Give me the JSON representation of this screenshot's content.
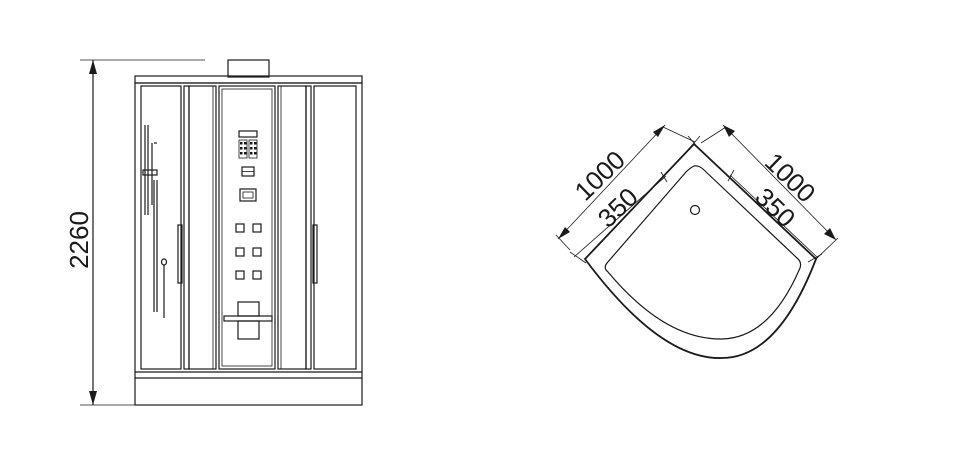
{
  "front_view": {
    "height_dimension": "2260"
  },
  "plan_view": {
    "outer_left": "1000",
    "inner_left": "350",
    "outer_right": "1000",
    "inner_right": "350"
  },
  "colors": {
    "line": "#1a1a1a",
    "background": "#ffffff"
  }
}
